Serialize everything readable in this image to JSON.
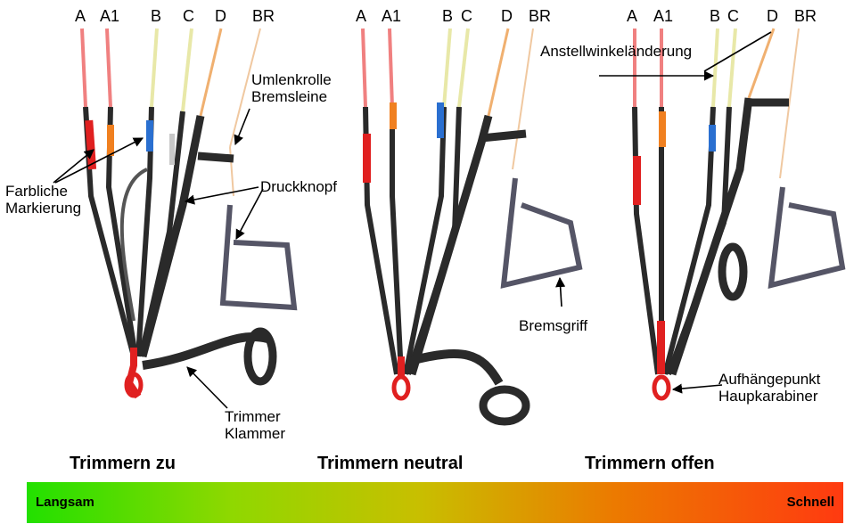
{
  "riser_labels": [
    "A",
    "A1",
    "B",
    "C",
    "D",
    "BR"
  ],
  "annotations": {
    "farbliche": "Farbliche\nMarkierung",
    "umlenk": "Umlenkrolle\nBremsleine",
    "druckknopf": "Druckknopf",
    "trimmer": "Trimmer\nKlammer",
    "bremsgriff": "Bremsgriff",
    "anstell": "Anstellwinkeländerung",
    "aufhaenge": "Aufhängepunkt\nHaupkarabiner"
  },
  "captions": [
    "Trimmern zu",
    "Trimmern neutral",
    "Trimmern offen"
  ],
  "speed_bar": {
    "left": "Langsam",
    "right": "Schnell"
  },
  "colors": {
    "red": "#e02020",
    "orange": "#f08020",
    "blue": "#2a6fd0",
    "webbing": "#2a2a2a",
    "line": "#f0c8a0",
    "yellow_line": "#e8e8a8"
  }
}
